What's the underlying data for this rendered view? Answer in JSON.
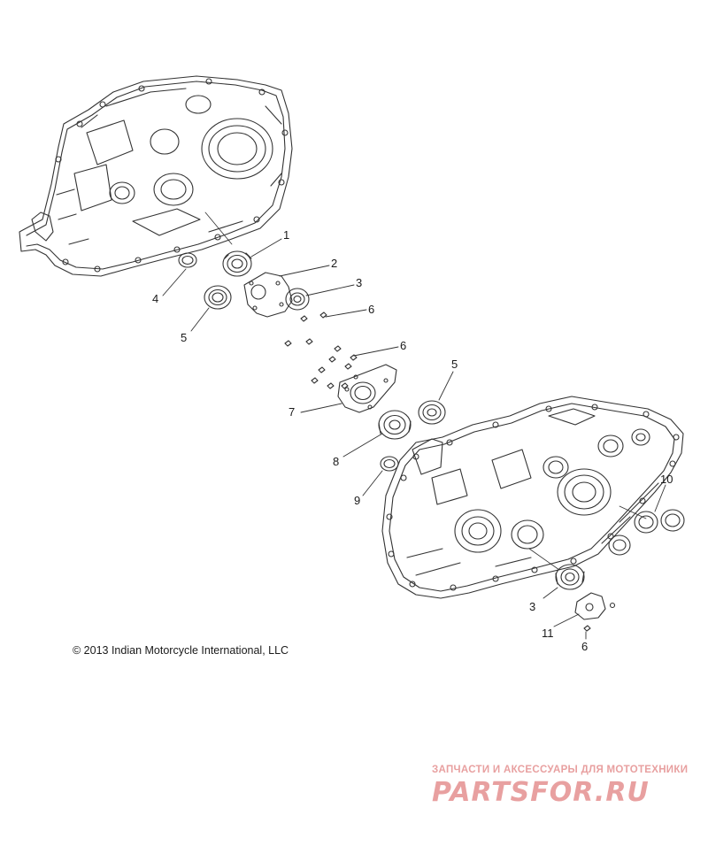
{
  "diagram": {
    "callouts": {
      "c1": "1",
      "c2": "2",
      "c3a": "3",
      "c4": "4",
      "c5a": "5",
      "c6a": "6",
      "c6b": "6",
      "c5b": "5",
      "c7": "7",
      "c8": "8",
      "c9": "9",
      "c10": "10",
      "c3b": "3",
      "c11": "11",
      "c6c": "6"
    },
    "copyright": "© 2013 Indian Motorcycle International, LLC"
  },
  "watermark": {
    "caption": "ЗАПЧАСТИ И АКСЕССУАРЫ ДЛЯ МОТОТЕХНИКИ",
    "logo": "PARTSFOR.RU",
    "color": "#e8a0a0"
  },
  "colors": {
    "line": "#333333",
    "paper": "#ffffff"
  }
}
